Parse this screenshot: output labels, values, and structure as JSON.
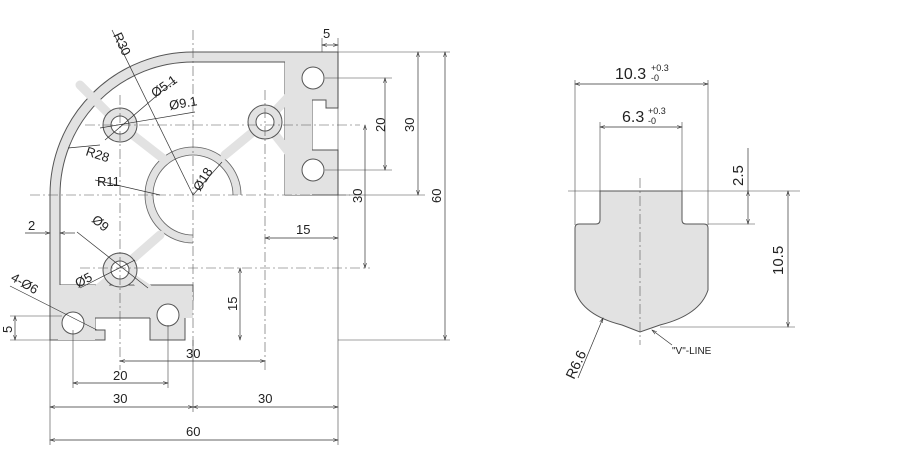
{
  "profile_drawing": {
    "labels": {
      "r30": "R30",
      "d51": "Ø5.1",
      "d91": "Ø9.1",
      "r28": "R28",
      "r11": "R11",
      "d18": "Ø18",
      "wall": "2",
      "d9": "Ø9",
      "d5": "Ø5",
      "holes": "4-Ø6"
    },
    "dimensions": {
      "top_5": "5",
      "left_5": "5",
      "v_20": "20",
      "v_30_right": "30",
      "v_60": "60",
      "v_30_mid": "30",
      "h_15": "15",
      "v_15": "15",
      "h_30_inner": "30",
      "h_20": "20",
      "h_30_left": "30",
      "h_30_right": "30",
      "h_60": "60"
    }
  },
  "slot_drawing": {
    "width_outer": "10.3",
    "width_outer_tol_plus": "+0.3",
    "width_outer_tol_minus": "-0",
    "width_inner": "6.3",
    "width_inner_tol_plus": "+0.3",
    "width_inner_tol_minus": "-0",
    "depth_neck": "2.5",
    "depth_total": "10.5",
    "radius": "R6.6",
    "v_line": "\"V\"-LINE"
  }
}
